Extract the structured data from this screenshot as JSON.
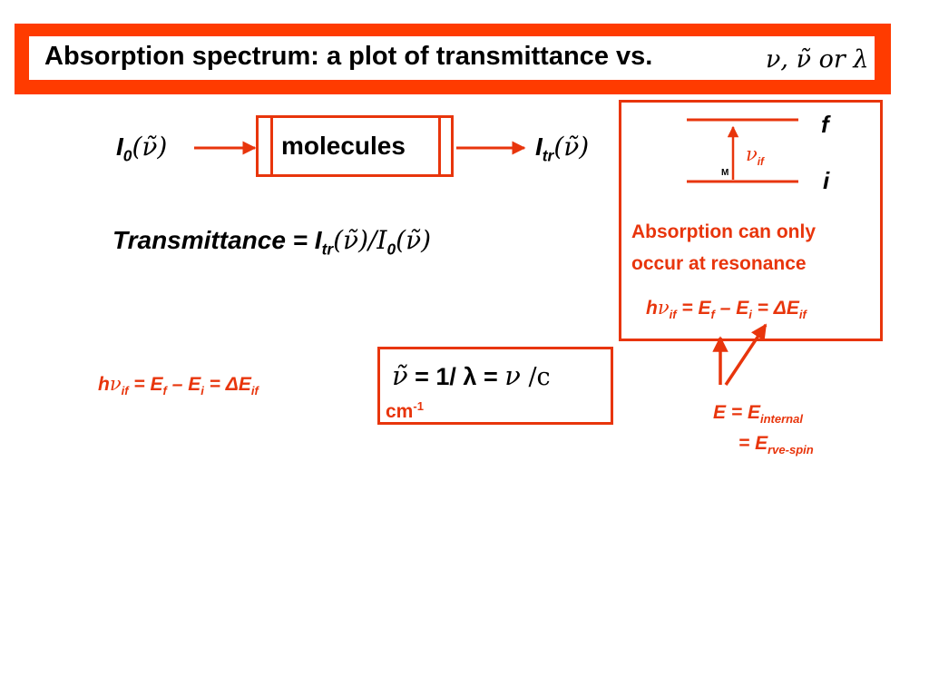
{
  "title": {
    "text": "Absorption spectrum: a plot of transmittance vs.",
    "symbols": "ν, ν̃ or λ"
  },
  "cell": {
    "label": "molecules",
    "input_base": "I",
    "input_sub": "0",
    "input_arg": "(ν̃)",
    "output_base": "I",
    "output_sub": "tr",
    "output_arg": "(ν̃)"
  },
  "transmittance": {
    "lhs": "Transmittance  =  I",
    "sub1": "tr",
    "mid": "(ν̃)/I",
    "sub2": "0",
    "end": "(ν̃)"
  },
  "energy_levels": {
    "upper": "f",
    "lower": "i",
    "small_label": "M",
    "nu": "ν",
    "nu_sub": "if"
  },
  "resonance": {
    "line1": "Absorption can only",
    "line2": "occur at resonance"
  },
  "equation": {
    "h": "h",
    "nu": "ν",
    "sub_if": "if",
    "eq1": " = E",
    "sub_f": "f",
    "minus": " – E",
    "sub_i": "i",
    "eq2": " = ΔE",
    "sub_if2": "if"
  },
  "wavenumber": {
    "tilde_nu": "ν̃",
    "expr1": " = 1/ λ  = ",
    "nu": "ν",
    "over_c": " /c",
    "unit": "cm",
    "unit_exp": "-1"
  },
  "internal_energy": {
    "line1_a": "E = E",
    "line1_sub": "internal",
    "line2_a": "= E",
    "line2_sub": "rve-spin"
  },
  "colors": {
    "accent": "#e8350c",
    "title_frame": "#ff3b00"
  }
}
